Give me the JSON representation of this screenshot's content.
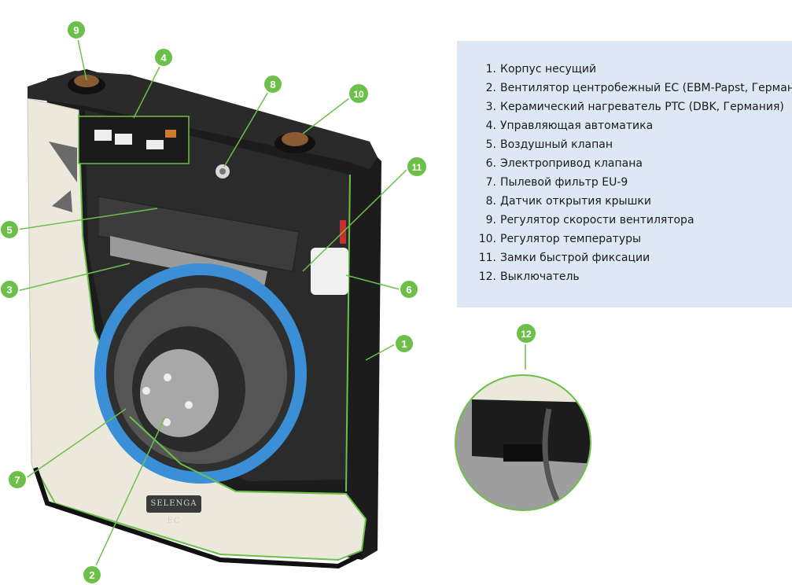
{
  "brand_label": "SELENGA EC",
  "legend": {
    "items": [
      {
        "num": "1.",
        "text": "Корпус несущий"
      },
      {
        "num": "2.",
        "text": "Вентилятор центробежный EC (EBM-Papst, Германия)"
      },
      {
        "num": "3.",
        "text": "Керамический нагреватель PTC (DBK, Германия)"
      },
      {
        "num": "4.",
        "text": "Управляющая автоматика"
      },
      {
        "num": "5.",
        "text": "Воздушный клапан"
      },
      {
        "num": "6.",
        "text": "Электропривод клапана"
      },
      {
        "num": "7.",
        "text": "Пылевой фильтр EU-9"
      },
      {
        "num": "8.",
        "text": "Датчик открытия крышки"
      },
      {
        "num": "9.",
        "text": "Регулятор скорости вентилятора"
      },
      {
        "num": "10.",
        "text": "Регулятор температуры"
      },
      {
        "num": "11.",
        "text": "Замки быстрой фиксации"
      },
      {
        "num": "12.",
        "text": "Выключатель"
      }
    ]
  },
  "callouts": [
    "1",
    "2",
    "3",
    "4",
    "5",
    "6",
    "7",
    "8",
    "9",
    "10",
    "11",
    "12"
  ],
  "colors": {
    "accent_green": "#6cc04a",
    "legend_bg": "#dde8f4",
    "body_cream": "#ede8dc",
    "device_dark": "#1c1c1c",
    "filter_blue": "#3a8fd6"
  }
}
